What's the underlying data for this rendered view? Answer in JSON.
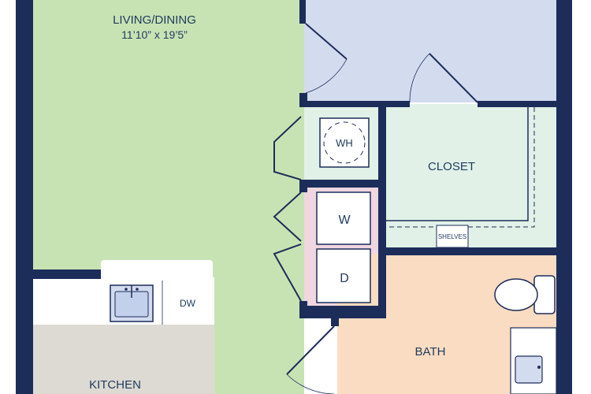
{
  "rooms": {
    "living": {
      "name": "LIVING/DINING",
      "dims": "11’10” x 19’5”"
    },
    "closet": {
      "name": "CLOSET"
    },
    "bath": {
      "name": "BATH"
    },
    "kitchen": {
      "name": "KITCHEN"
    }
  },
  "fixtures": {
    "water_heater": "WH",
    "washer": "W",
    "dryer": "D",
    "dishwasher": "DW",
    "shelves": "SHELVES"
  },
  "colors": {
    "living": "#c8e3b3",
    "bedroom": "#d3dbef",
    "closet": "#e1f1e7",
    "laundry": "#efd6e0",
    "bath": "#fadcc2",
    "kitchen": "#dddad3",
    "wall": "#1c2d5a",
    "counter": "#ffffff"
  }
}
